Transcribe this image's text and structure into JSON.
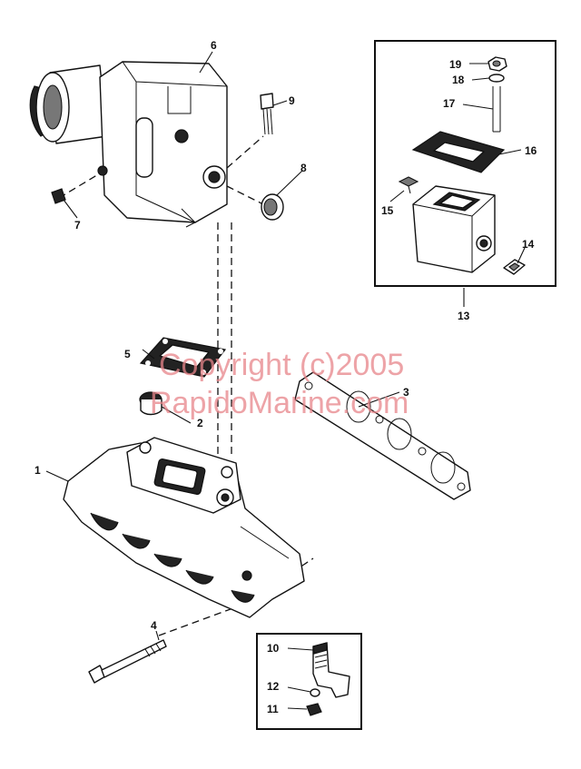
{
  "watermark": {
    "line1": "Copyright (c)2005",
    "line2": "RapidoMarine.com",
    "color": "#e8858a"
  },
  "callouts": {
    "c1": "1",
    "c2": "2",
    "c3": "3",
    "c4": "4",
    "c5": "5",
    "c6": "6",
    "c7": "7",
    "c8": "8",
    "c9": "9",
    "c10": "10",
    "c11": "11",
    "c12": "12",
    "c13": "13",
    "c14": "14",
    "c15": "15",
    "c16": "16",
    "c17": "17",
    "c18": "18",
    "c19": "19"
  }
}
